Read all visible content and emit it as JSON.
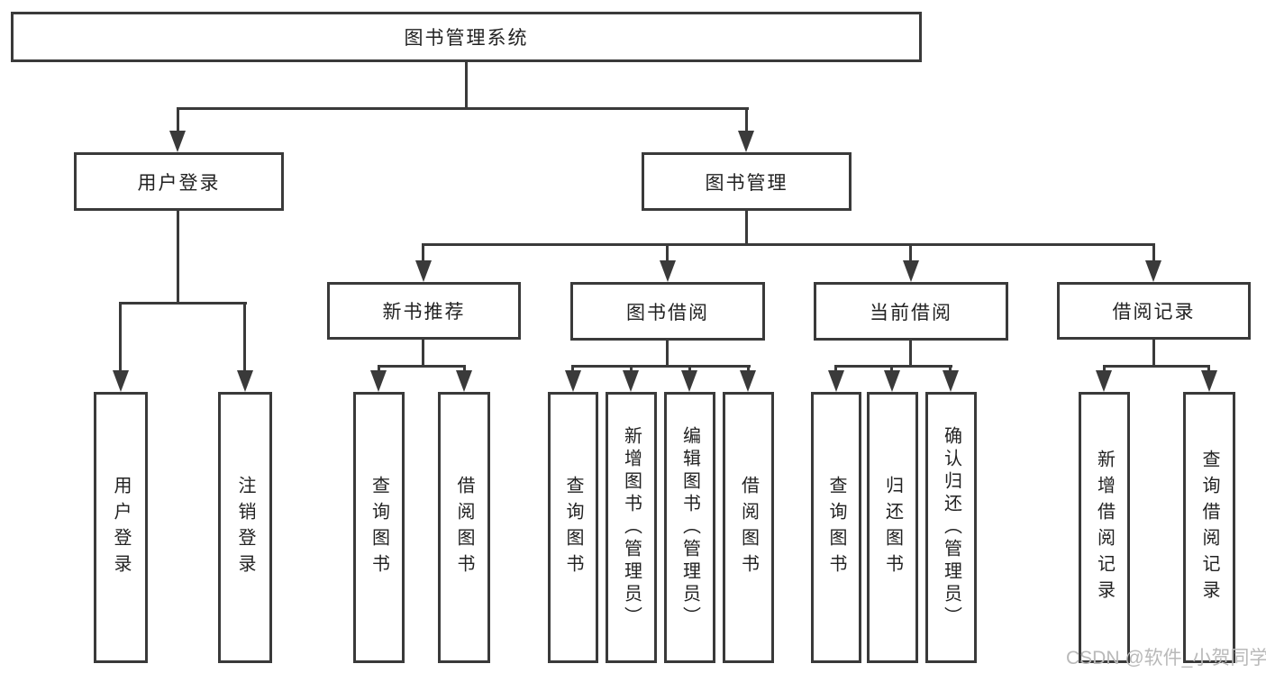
{
  "diagram": {
    "type": "hierarchy-tree",
    "title": "图书管理系统",
    "root": {
      "label": "图书管理系统"
    },
    "level2": [
      {
        "label": "用户登录",
        "parent": "图书管理系统"
      },
      {
        "label": "图书管理",
        "parent": "图书管理系统"
      }
    ],
    "level3": [
      {
        "label": "新书推荐",
        "parent": "图书管理"
      },
      {
        "label": "图书借阅",
        "parent": "图书管理"
      },
      {
        "label": "当前借阅",
        "parent": "图书管理"
      },
      {
        "label": "借阅记录",
        "parent": "图书管理"
      }
    ],
    "leaves": [
      {
        "label": "用户登录",
        "parent": "用户登录"
      },
      {
        "label": "注销登录",
        "parent": "用户登录"
      },
      {
        "label": "查询图书",
        "parent": "新书推荐"
      },
      {
        "label": "借阅图书",
        "parent": "新书推荐"
      },
      {
        "label": "查询图书",
        "parent": "图书借阅"
      },
      {
        "label": "新增图书（管理员）",
        "parent": "图书借阅"
      },
      {
        "label": "编辑图书（管理员）",
        "parent": "图书借阅"
      },
      {
        "label": "借阅图书",
        "parent": "图书借阅"
      },
      {
        "label": "查询图书",
        "parent": "当前借阅"
      },
      {
        "label": "归还图书",
        "parent": "当前借阅"
      },
      {
        "label": "确认归还（管理员）",
        "parent": "当前借阅"
      },
      {
        "label": "新增借阅记录",
        "parent": "借阅记录"
      },
      {
        "label": "查询借阅记录",
        "parent": "借阅记录"
      }
    ]
  },
  "watermark": "CSDN @软件_小贺同学",
  "colors": {
    "line": "#3a3a3a",
    "text": "#222222",
    "background": "#ffffff",
    "watermark": "#b9b9b9"
  }
}
